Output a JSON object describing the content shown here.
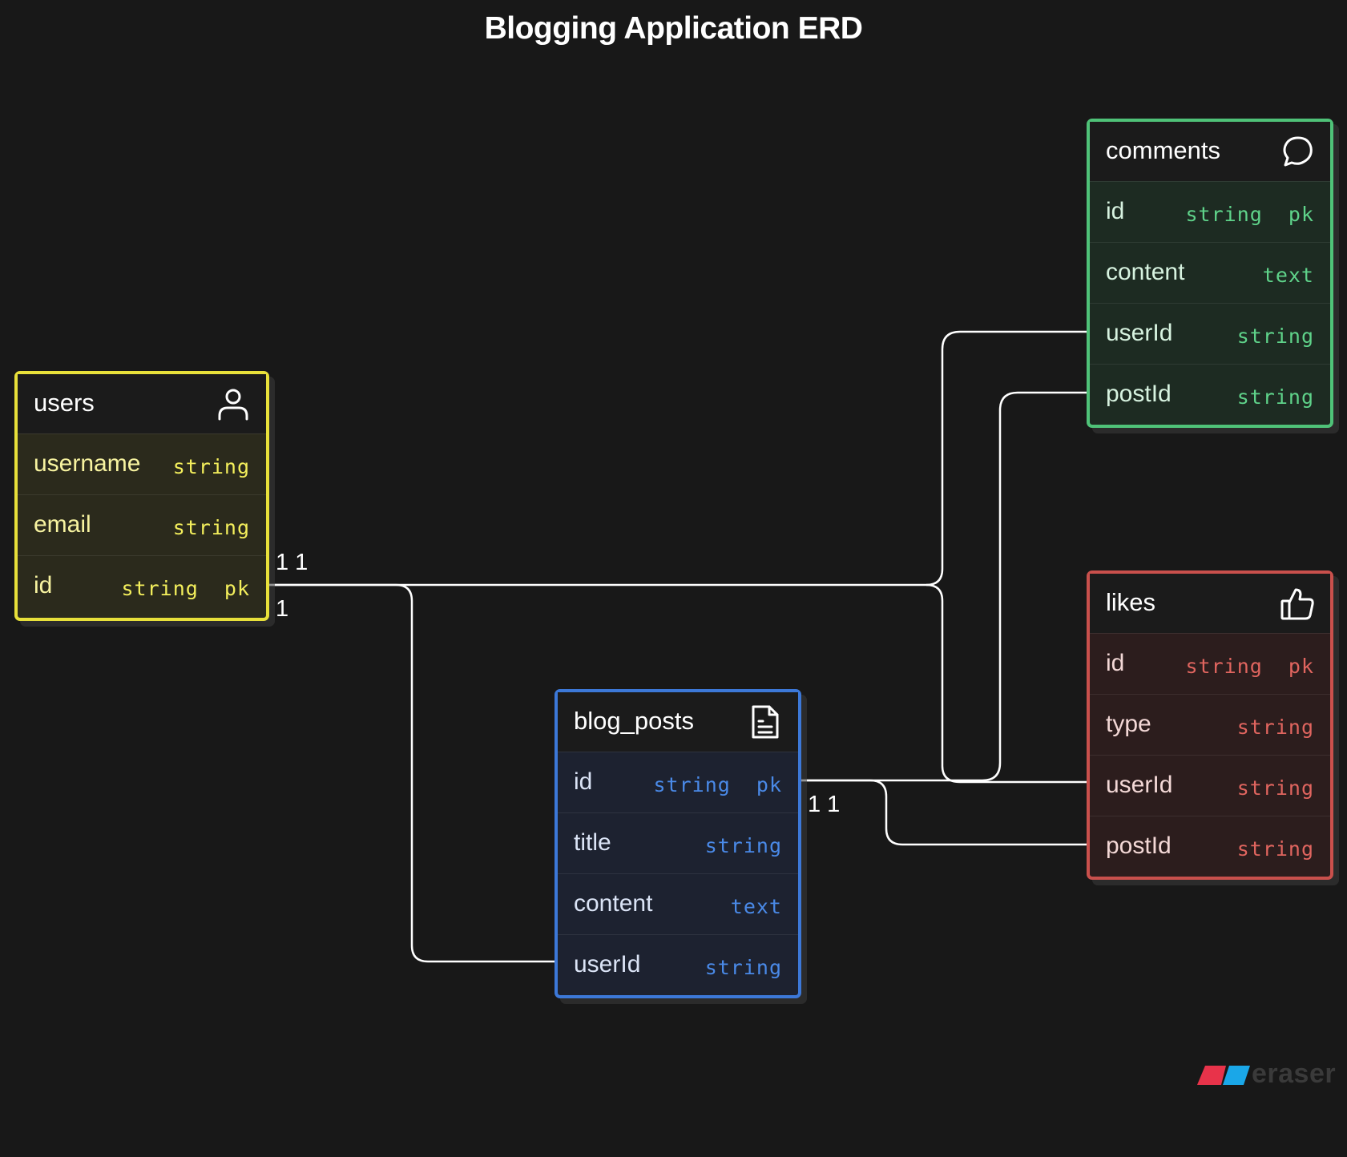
{
  "title": "Blogging Application ERD",
  "entities": {
    "users": {
      "name": "users",
      "icon": "user-icon",
      "color": "#e8e03a",
      "fields": [
        {
          "name": "username",
          "type": "string"
        },
        {
          "name": "email",
          "type": "string"
        },
        {
          "name": "id",
          "type": "string  pk"
        }
      ]
    },
    "comments": {
      "name": "comments",
      "icon": "chat-bubble-icon",
      "color": "#4fc278",
      "fields": [
        {
          "name": "id",
          "type": "string  pk"
        },
        {
          "name": "content",
          "type": "text"
        },
        {
          "name": "userId",
          "type": "string"
        },
        {
          "name": "postId",
          "type": "string"
        }
      ]
    },
    "likes": {
      "name": "likes",
      "icon": "thumbs-up-icon",
      "color": "#c9504c",
      "fields": [
        {
          "name": "id",
          "type": "string  pk"
        },
        {
          "name": "type",
          "type": "string"
        },
        {
          "name": "userId",
          "type": "string"
        },
        {
          "name": "postId",
          "type": "string"
        }
      ]
    },
    "blog_posts": {
      "name": "blog_posts",
      "icon": "document-icon",
      "color": "#3c78d8",
      "fields": [
        {
          "name": "id",
          "type": "string  pk"
        },
        {
          "name": "title",
          "type": "string"
        },
        {
          "name": "content",
          "type": "text"
        },
        {
          "name": "userId",
          "type": "string"
        }
      ]
    }
  },
  "cardinality_labels": {
    "users_right": "1 1",
    "users_below": "1",
    "posts_right": "1 1"
  },
  "logo": {
    "text": "eraser",
    "icon": "eraser-logo-icon"
  }
}
